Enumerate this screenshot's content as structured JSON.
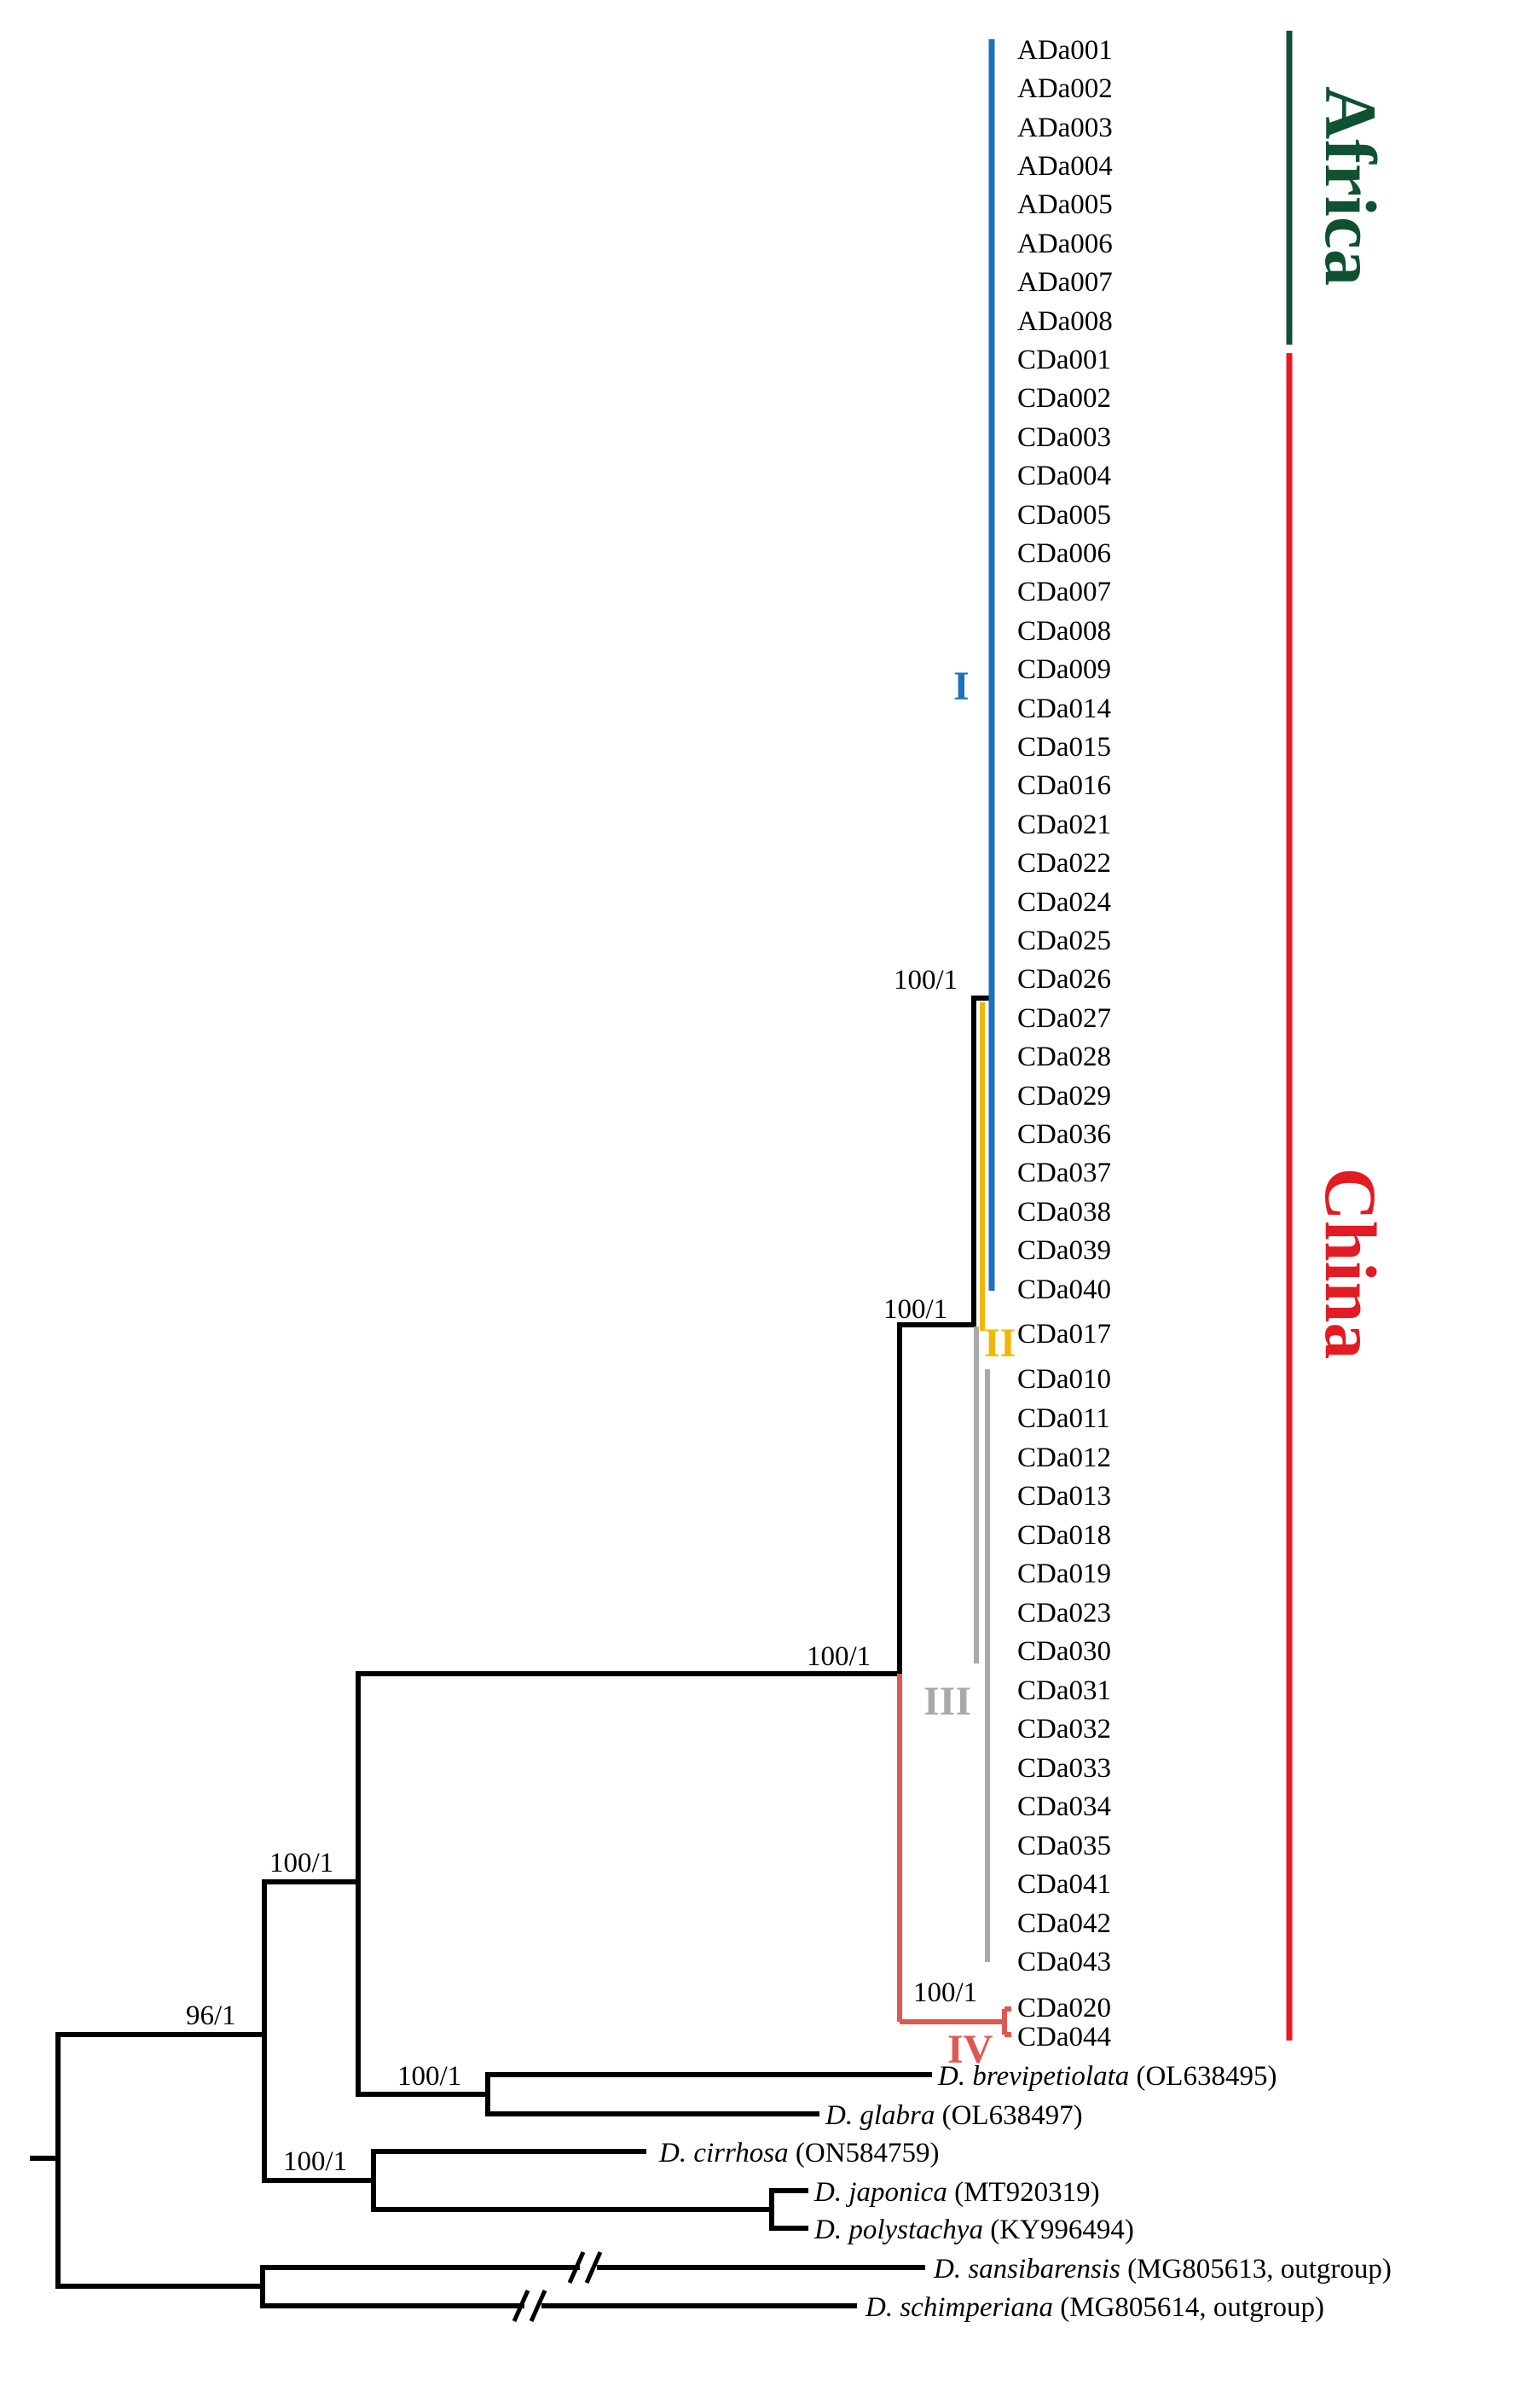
{
  "tips": {
    "ADa001": "ADa001",
    "ADa002": "ADa002",
    "ADa003": "ADa003",
    "ADa004": "ADa004",
    "ADa005": "ADa005",
    "ADa006": "ADa006",
    "ADa007": "ADa007",
    "ADa008": "ADa008",
    "CDa001": "CDa001",
    "CDa002": "CDa002",
    "CDa003": "CDa003",
    "CDa004": "CDa004",
    "CDa005": "CDa005",
    "CDa006": "CDa006",
    "CDa007": "CDa007",
    "CDa008": "CDa008",
    "CDa009": "CDa009",
    "CDa014": "CDa014",
    "CDa015": "CDa015",
    "CDa016": "CDa016",
    "CDa021": "CDa021",
    "CDa022": "CDa022",
    "CDa024": "CDa024",
    "CDa025": "CDa025",
    "CDa026": "CDa026",
    "CDa027": "CDa027",
    "CDa028": "CDa028",
    "CDa029": "CDa029",
    "CDa036": "CDa036",
    "CDa037": "CDa037",
    "CDa038": "CDa038",
    "CDa039": "CDa039",
    "CDa040": "CDa040",
    "CDa017": "CDa017",
    "CDa010": "CDa010",
    "CDa011": "CDa011",
    "CDa012": "CDa012",
    "CDa013": "CDa013",
    "CDa018": "CDa018",
    "CDa019": "CDa019",
    "CDa023": "CDa023",
    "CDa030": "CDa030",
    "CDa031": "CDa031",
    "CDa032": "CDa032",
    "CDa033": "CDa033",
    "CDa034": "CDa034",
    "CDa035": "CDa035",
    "CDa041": "CDa041",
    "CDa042": "CDa042",
    "CDa043": "CDa043",
    "CDa020": "CDa020",
    "CDa044": "CDa044"
  },
  "species": {
    "brevipetiolata": {
      "name": "D. brevipetiolata",
      "acc": " (OL638495)"
    },
    "glabra": {
      "name": "D. glabra",
      "acc": " (OL638497)"
    },
    "cirrhosa": {
      "name": "D. cirrhosa",
      "acc": " (ON584759)"
    },
    "japonica": {
      "name": "D. japonica",
      "acc": " (MT920319)"
    },
    "polystachya": {
      "name": "D. polystachya",
      "acc": " (KY996494)"
    },
    "sansibarensis": {
      "name": "D. sansibarensis",
      "acc": " (MG805613, outgroup)"
    },
    "schimperiana": {
      "name": "D. schimperiana",
      "acc": " (MG805614, outgroup)"
    }
  },
  "support": {
    "clade_I_II": "100/1",
    "clade_I_II_III": "100/1",
    "china_africa": "100/1",
    "ingroup": "100/1",
    "crown": "96/1",
    "clade_IV": "100/1",
    "brevi_glabra": "100/1",
    "cirrhosa_group": "100/1"
  },
  "clades": {
    "I": "I",
    "II": "II",
    "III": "III",
    "IV": "IV"
  },
  "regions": {
    "africa": "Africa",
    "china": "China"
  },
  "colors": {
    "clade_I": "#1f6fbf",
    "clade_II": "#f2b705",
    "clade_III": "#a9a9a9",
    "clade_IV": "#e0574f",
    "africa": "#0f5132",
    "china": "#e31b23",
    "branch": "#000000"
  }
}
